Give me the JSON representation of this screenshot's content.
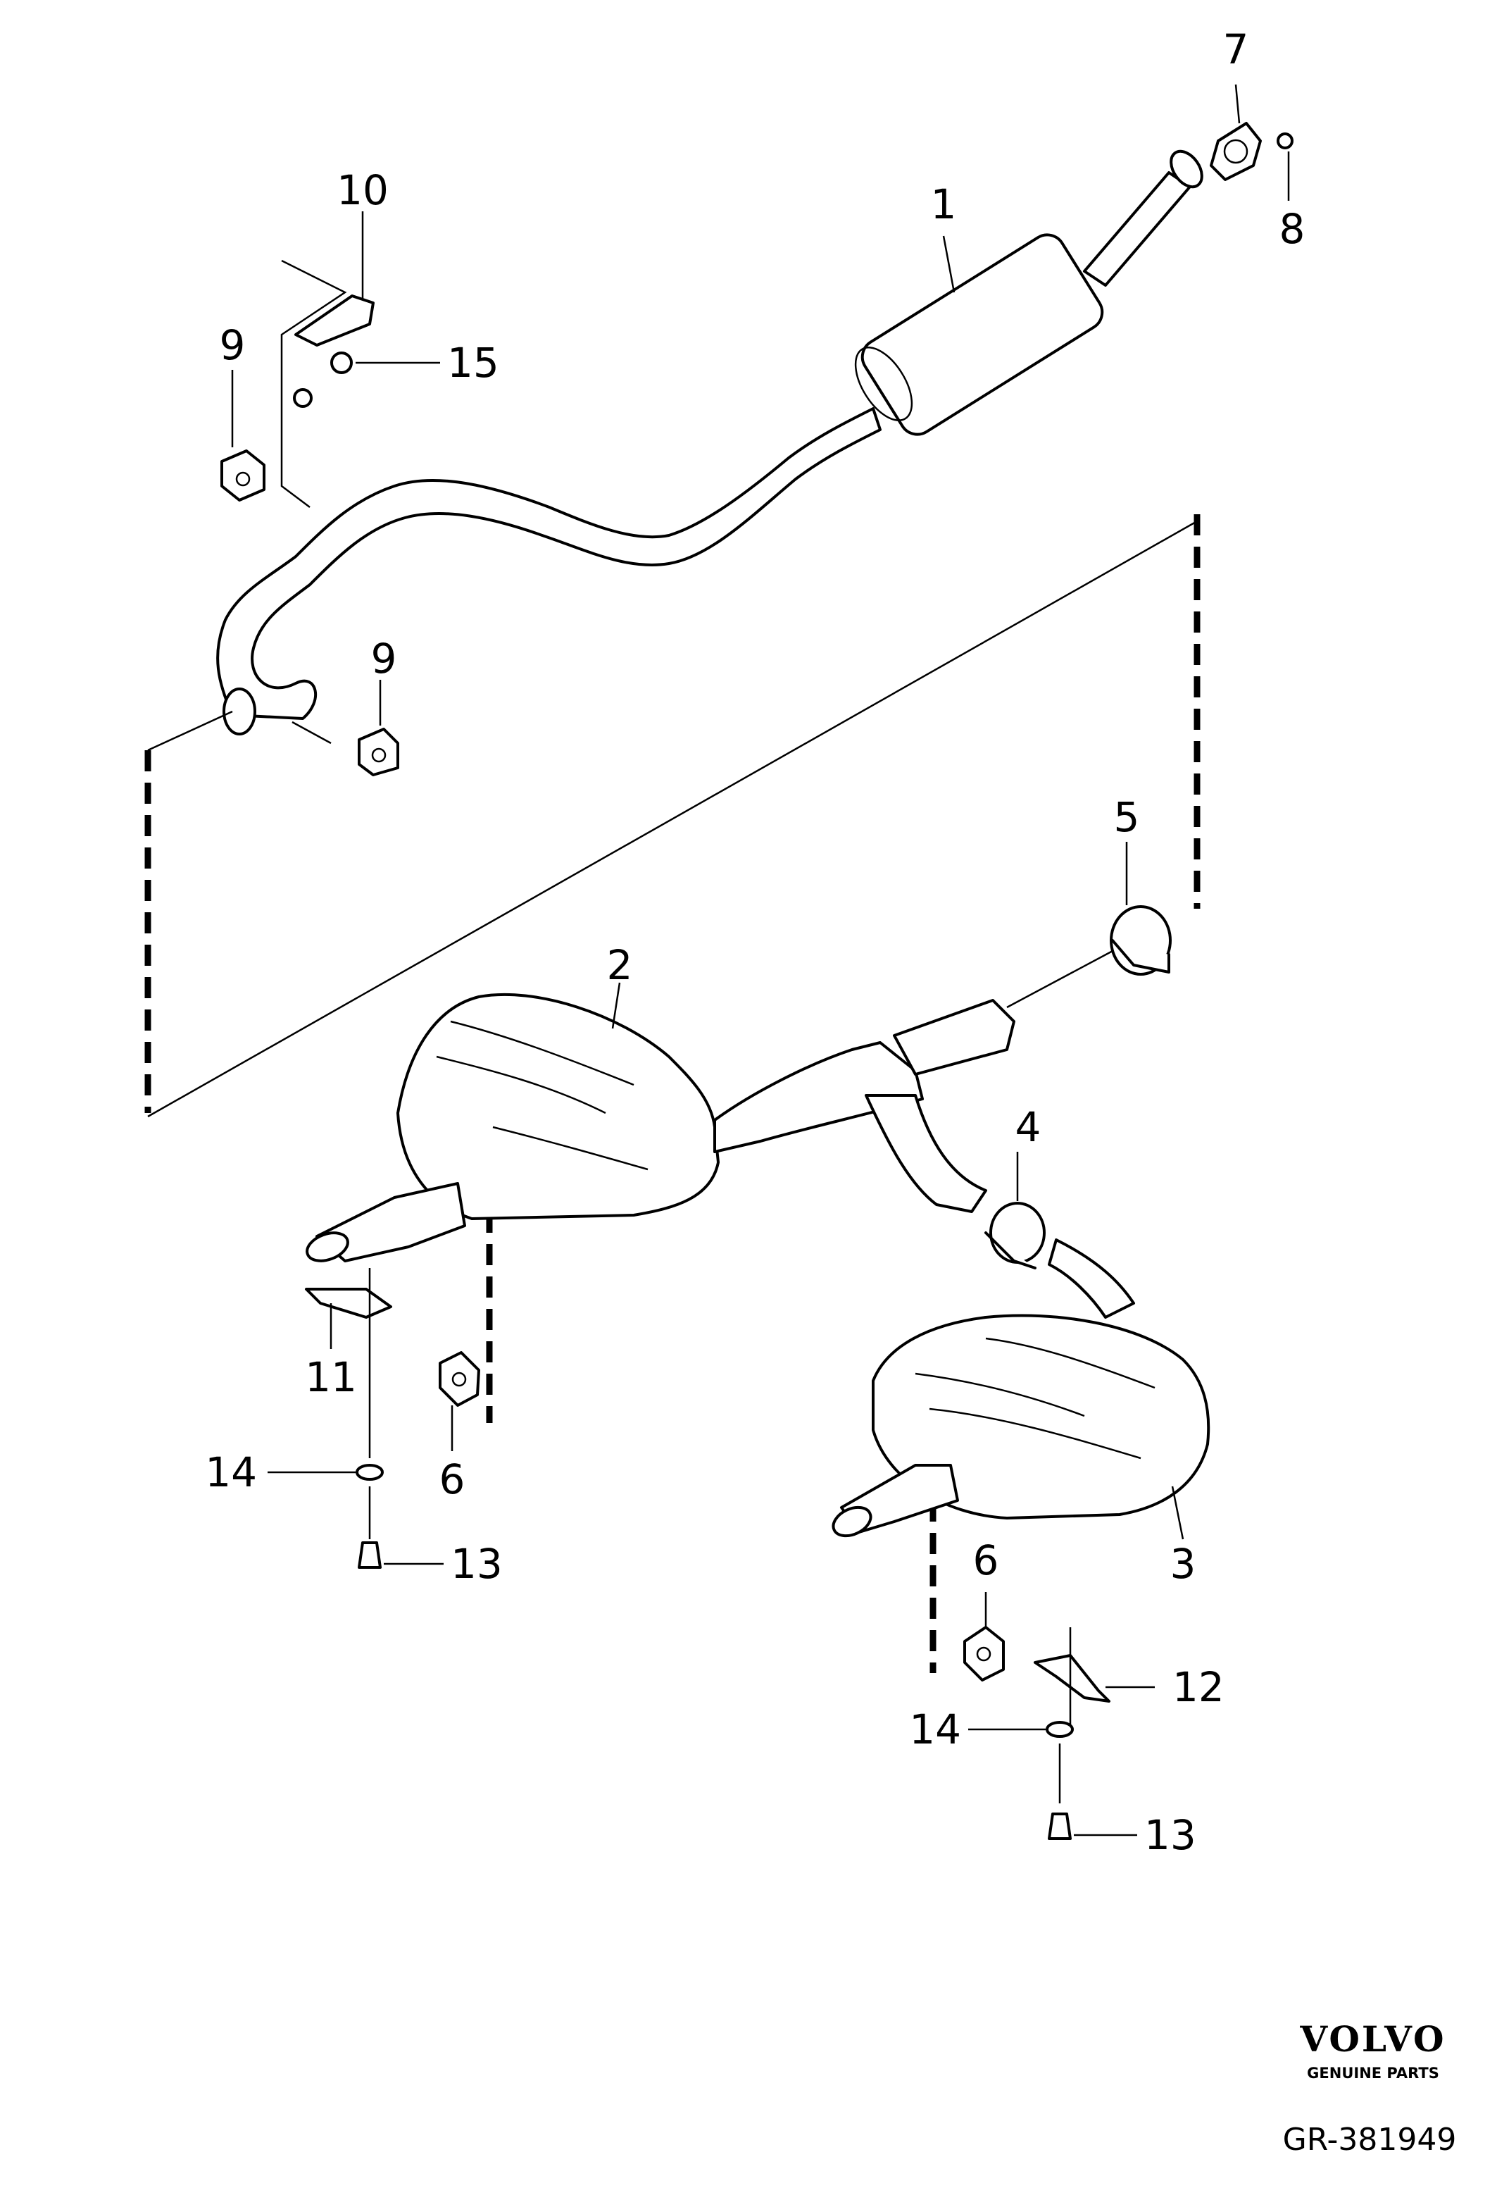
{
  "callouts": {
    "c1": "1",
    "c2": "2",
    "c3": "3",
    "c4": "4",
    "c5": "5",
    "c6a": "6",
    "c6b": "6",
    "c7": "7",
    "c8": "8",
    "c9a": "9",
    "c9b": "9",
    "c10": "10",
    "c11": "11",
    "c12": "12",
    "c13a": "13",
    "c13b": "13",
    "c14a": "14",
    "c14b": "14",
    "c15": "15"
  },
  "brand": {
    "name": "VOLVO",
    "tagline": "GENUINE PARTS"
  },
  "reference": "GR-381949",
  "colors": {
    "line": "#000000",
    "background": "#ffffff"
  }
}
